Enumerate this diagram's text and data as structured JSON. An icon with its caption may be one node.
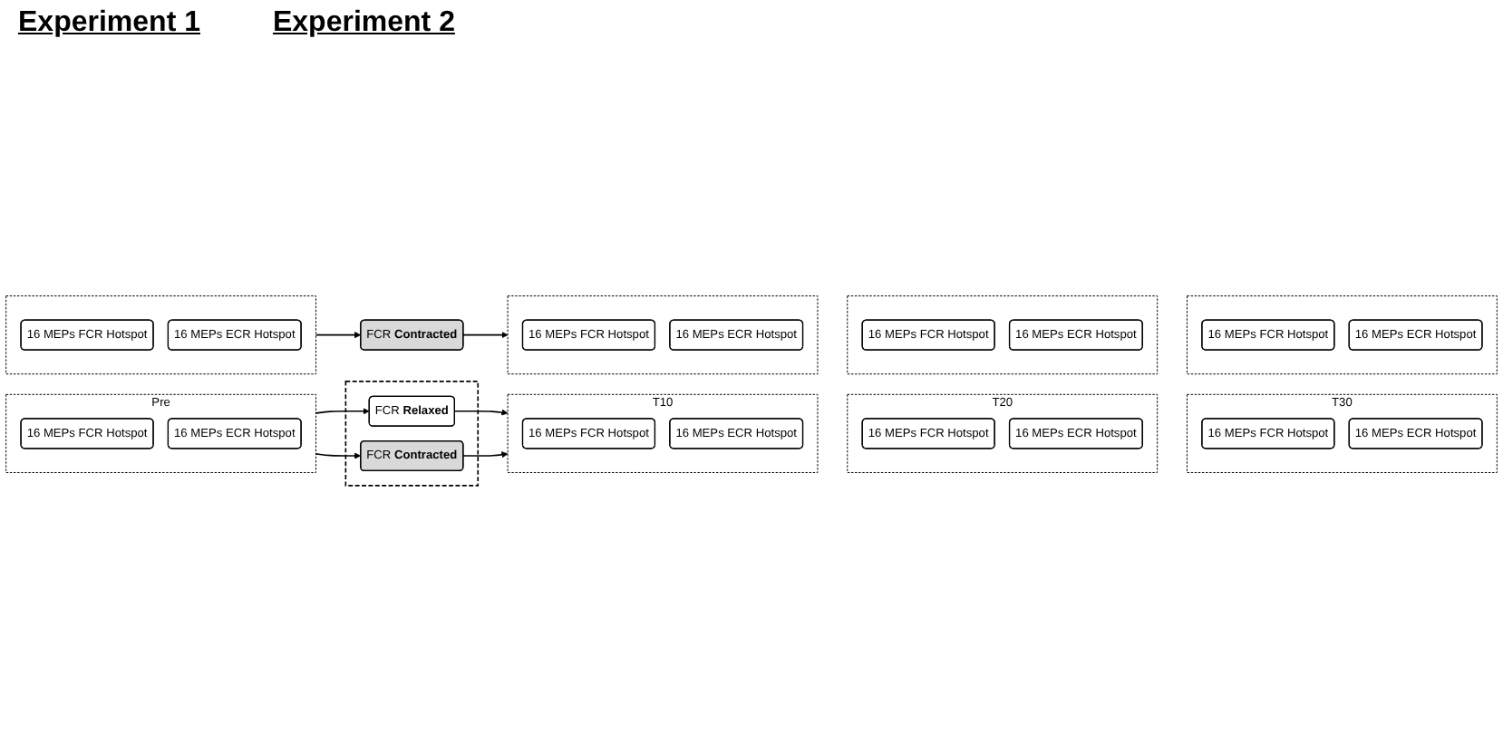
{
  "diagram": {
    "nodes": [
      {
        "text": [
          "Pre"
        ]
      },
      {
        "text": [
          "16 MEPs FCR Hotspot"
        ],
        "in": 0
      },
      {
        "text": [
          "16 MEPs ECR Hotspot"
        ],
        "in": 0
      },
      {
        "text": [],
        "shape": "box"
      },
      {
        "text": [
          "FCR **Relaxed**"
        ],
        "in": 3
      },
      {
        "text": [
          "FCR **Contracted**"
        ],
        "in": 3
      },
      {
        "text": [
          "T10"
        ]
      },
      {
        "text": [
          "16 MEPs FCR Hotspot"
        ],
        "in": 6
      },
      {
        "text": [
          "16 MEPs ECR Hotspot"
        ],
        "in": 6
      },
      {
        "text": [
          "T20"
        ]
      },
      {
        "text": [
          "16 MEPs FCR Hotspot"
        ],
        "in": 9
      },
      {
        "text": [
          "16 MEPs ECR Hotspot"
        ],
        "in": 9
      },
      {
        "text": [
          "T30"
        ]
      },
      {
        "text": [
          "16 MEPs FCR Hotspot"
        ],
        "in": 12
      },
      {
        "text": [
          "16 MEPs ECR Hotspot"
        ],
        "in": 12
      },
      {
        "text": [],
        "shape": "box"
      },
      {
        "text": [
          "16 MEPs FCR Hotspot"
        ],
        "in": 15
      },
      {
        "text": [
          "16 MEPs ECR Hotspot"
        ],
        "in": 15
      },
      {
        "text": [
          "FCR **Contracted**"
        ]
      },
      {
        "text": [],
        "shape": "box"
      },
      {
        "text": [
          "16 MEPs FCR Hotspot"
        ],
        "in": 19
      },
      {
        "text": [
          "16 MEPs ECR Hotspot"
        ],
        "in": 19
      },
      {
        "text": [],
        "shape": "box"
      },
      {
        "text": [
          "16 MEPs FCR Hotspot"
        ],
        "in": 22
      },
      {
        "text": [
          "16 MEPs ECR Hotspot"
        ],
        "in": 22
      },
      {
        "text": [],
        "shape": "box"
      },
      {
        "text": [
          "16 MEPs FCR Hotspot"
        ],
        "in": 25
      },
      {
        "text": [
          "16 MEPs ECR Hotspot"
        ],
        "in": 25
      }
    ],
    "edges": [
      {
        "from": 0,
        "to": 4,
        "arrow": "to"
      },
      {
        "from": 0,
        "to": 5,
        "arrow": "to"
      },
      {
        "from": 4,
        "to": 6,
        "arrow": "to"
      },
      {
        "from": 5,
        "to": 6,
        "arrow": "to"
      },
      {
        "from": 15,
        "to": 18,
        "arrow": "to"
      },
      {
        "from": 18,
        "to": 19,
        "arrow": "to"
      }
    ],
    "labels": [
      "Experiment 1",
      "Experiment 2"
    ]
  }
}
